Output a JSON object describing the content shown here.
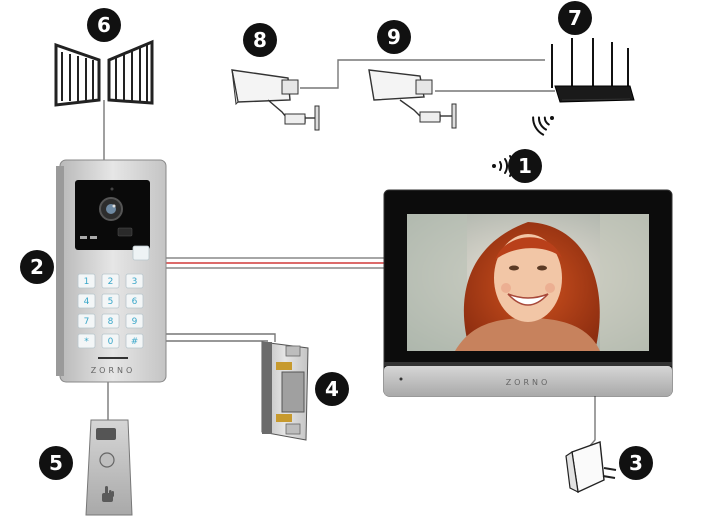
{
  "labels": {
    "monitor": "1",
    "door_station": "2",
    "power_adapter": "3",
    "electric_strike": "4",
    "exit_button": "5",
    "gate": "6",
    "router": "7",
    "camera_left": "8",
    "camera_right": "9"
  },
  "brand": {
    "door_station": "ZORNO",
    "monitor": "ZORNO"
  },
  "keypad": [
    "1",
    "2",
    "3",
    "4",
    "5",
    "6",
    "7",
    "8",
    "9",
    "*",
    "0",
    "#"
  ],
  "colors": {
    "badge": "#111111",
    "wire": "#777777",
    "wire_red": "#d23a3a",
    "panel_silver": "#d8d8d8",
    "monitor_bezel": "#0c0c0c",
    "keypad_glow": "#3aa7c9"
  },
  "icons": {
    "wifi": "wifi-signal-icon",
    "hand": "hand-press-icon"
  }
}
